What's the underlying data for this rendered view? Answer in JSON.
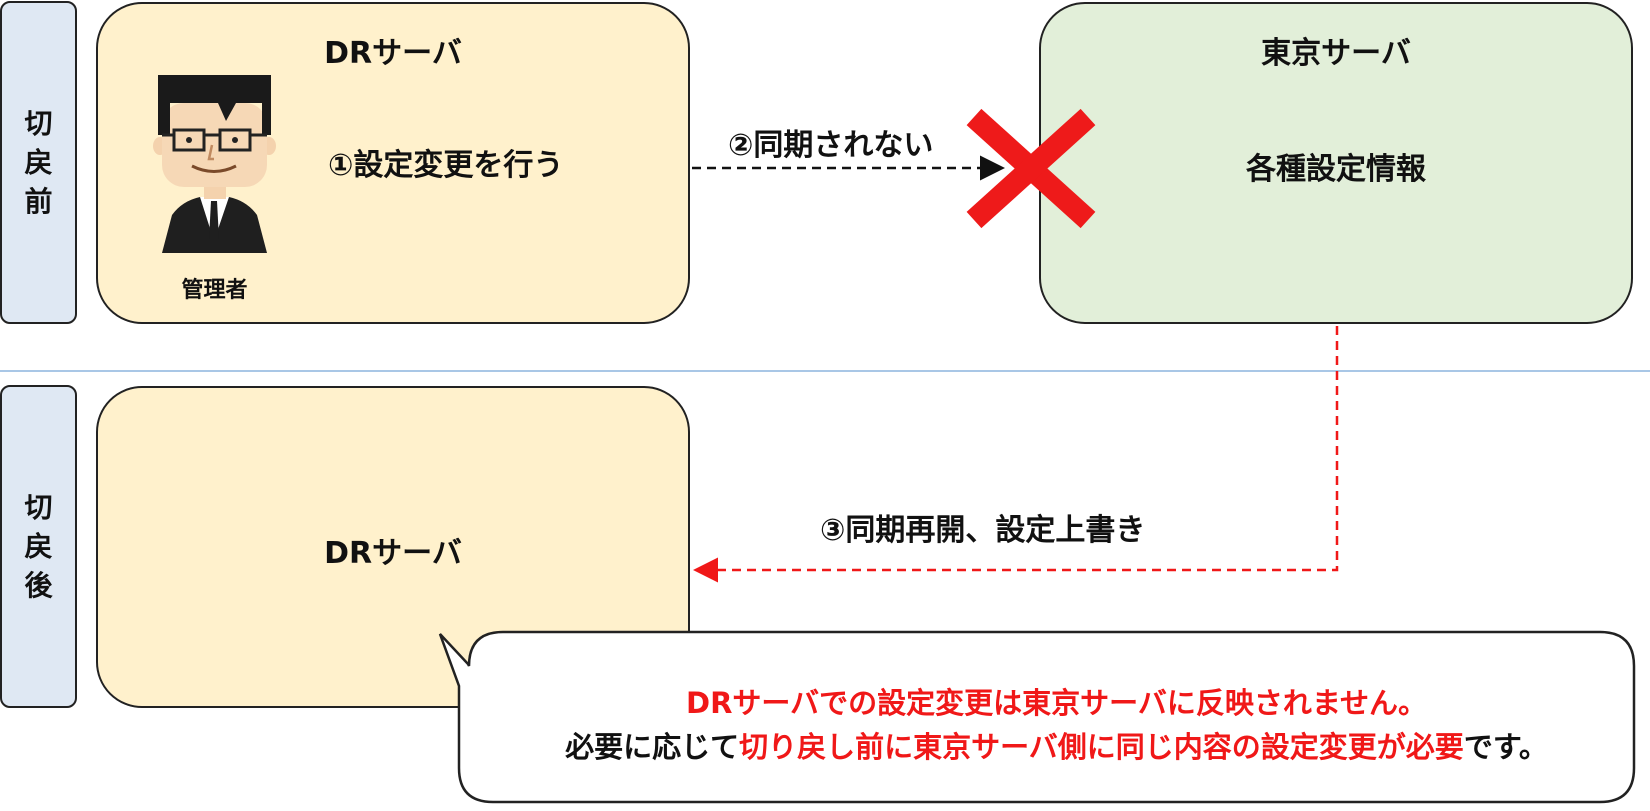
{
  "sections": {
    "before": {
      "label": [
        "切",
        "戻",
        "前"
      ]
    },
    "after": {
      "label": [
        "切",
        "戻",
        "後"
      ]
    }
  },
  "before": {
    "dr_server": {
      "title": "DRサーバ",
      "step": "①設定変更を行う",
      "person_label": "管理者"
    },
    "tokyo_server": {
      "title": "東京サーバ",
      "content": "各種設定情報"
    },
    "sync_label": "②同期されない"
  },
  "after": {
    "dr_server": {
      "title": "DRサーバ"
    },
    "resync_label": "③同期再開、設定上書き"
  },
  "callout": {
    "line1": "DRサーバでの設定変更は東京サーバに反映されません。",
    "line2_prefix": "必要に応じて",
    "line2_highlight": "切り戻し前に東京サーバ側に同じ内容の設定変更が必要",
    "line2_suffix": "です。"
  },
  "colors": {
    "dr_fill": "#fff1cc",
    "tokyo_fill": "#e2efd9",
    "label_fill": "#dfe8f3",
    "highlight_red": "#f01818",
    "divider": "#a9c7e6"
  },
  "icons": {
    "blocked": "cross-icon",
    "administrator": "person-icon"
  }
}
